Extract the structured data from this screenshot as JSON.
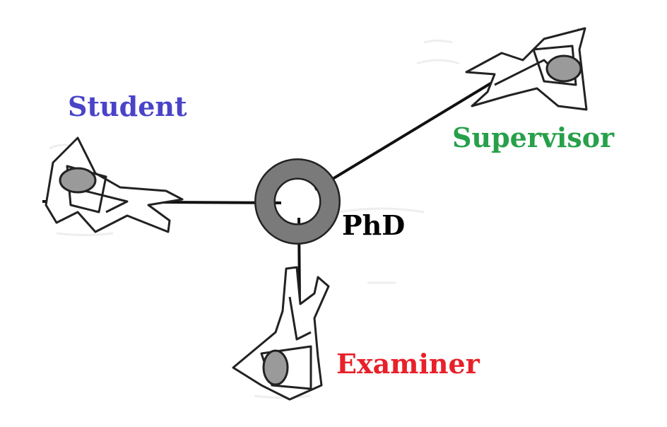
{
  "labels": {
    "student": "Student",
    "supervisor": "Supervisor",
    "phd": "PhD",
    "examiner": "Examiner"
  },
  "colors": {
    "student": "#4a44c8",
    "supervisor": "#27a04a",
    "phd": "#000000",
    "examiner": "#e8202a",
    "ring": "#7a7a7a"
  }
}
